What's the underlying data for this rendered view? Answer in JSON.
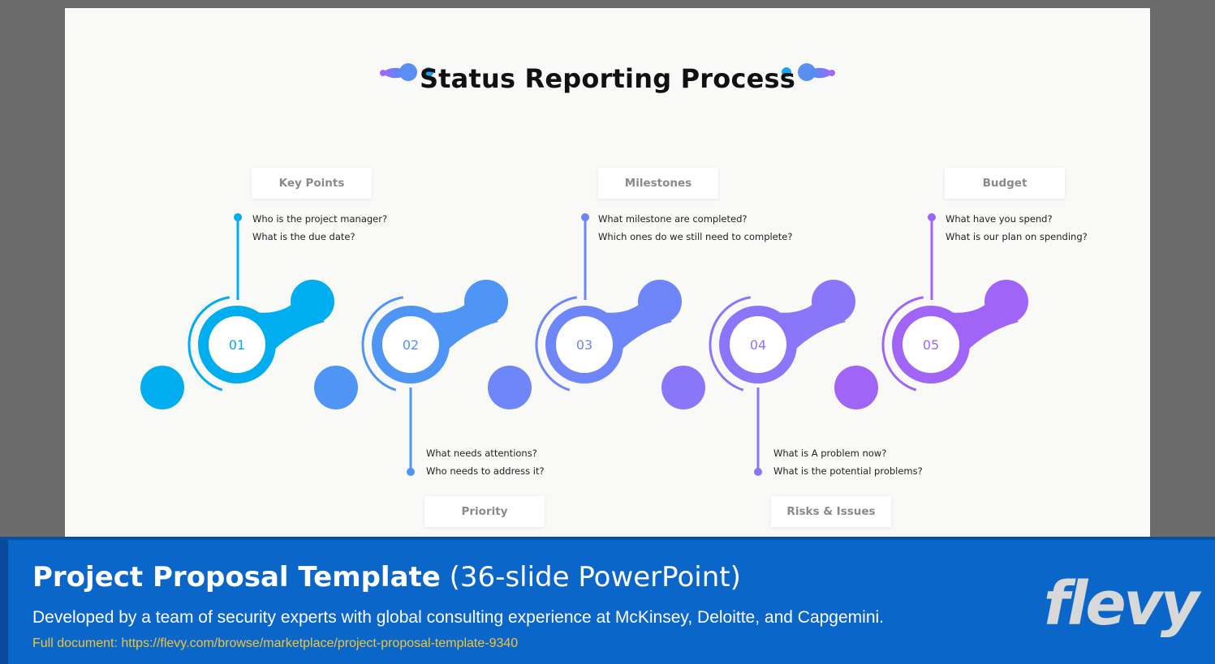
{
  "slide": {
    "title": "Status Reporting Process",
    "steps": [
      {
        "number": "01",
        "label": "Key Points",
        "questions": [
          "Who is the project manager?",
          "What is the due date?"
        ],
        "color": "#00aeef"
      },
      {
        "number": "02",
        "label": "Priority",
        "questions": [
          "What needs attentions?",
          "Who needs to address it?"
        ],
        "color": "#4e95f5"
      },
      {
        "number": "03",
        "label": "Milestones",
        "questions": [
          "What milestone are completed?",
          "Which ones do we still need to complete?"
        ],
        "color": "#6e86f7"
      },
      {
        "number": "04",
        "label": "Risks & Issues",
        "questions": [
          "What is A problem now?",
          "What is the potential problems?"
        ],
        "color": "#8a76f8"
      },
      {
        "number": "05",
        "label": "Budget",
        "questions": [
          "What have you spend?",
          "What is our plan on spending?"
        ],
        "color": "#a065f7"
      }
    ]
  },
  "footer": {
    "title_bold": "Project Proposal Template",
    "title_light": "(36-slide PowerPoint)",
    "description": "Developed by a team of security experts with global consulting experience at McKinsey, Deloitte, and Capgemini.",
    "link": "Full document: https://flevy.com/browse/marketplace/project-proposal-template-9340",
    "logo": "flevy"
  }
}
